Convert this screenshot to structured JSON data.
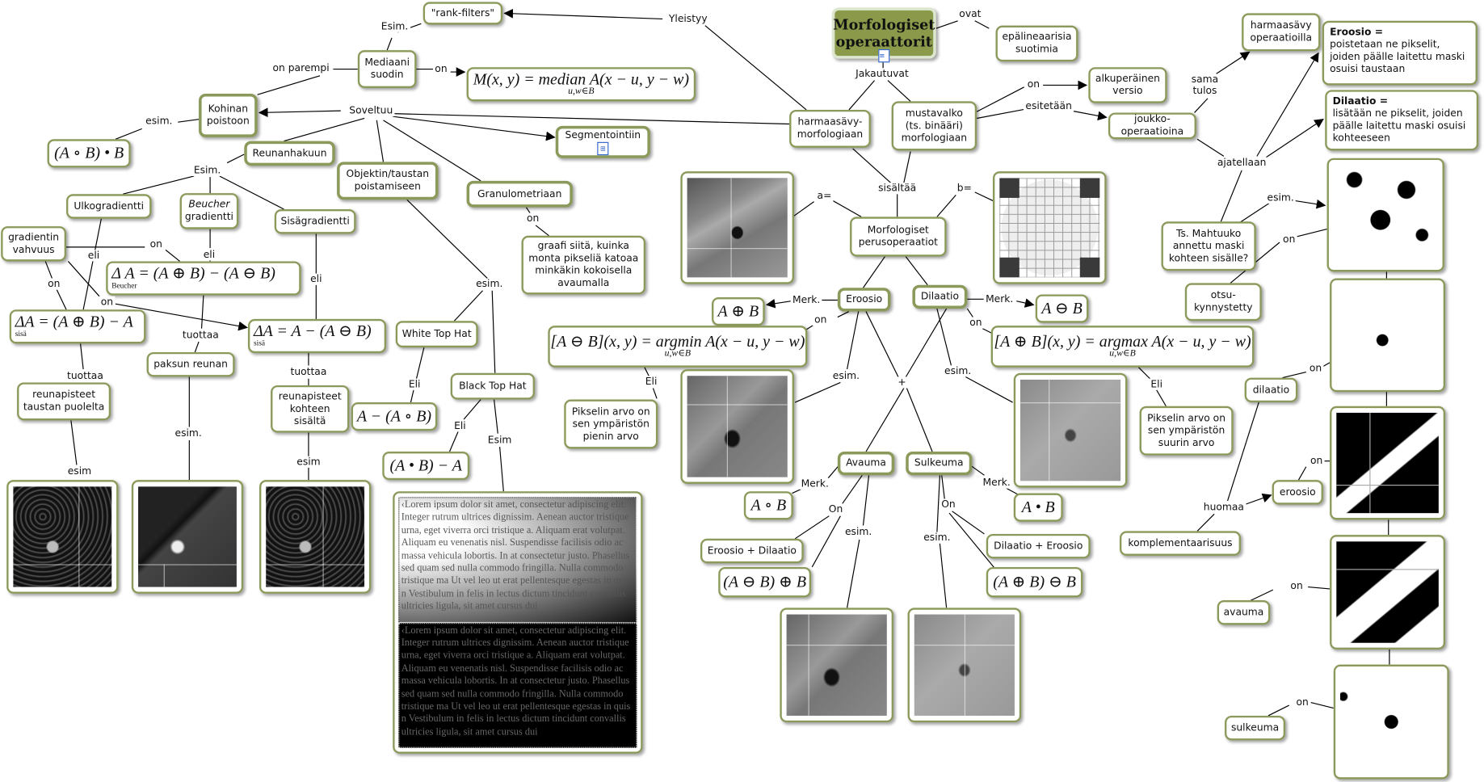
{
  "nodes": {
    "rank_filters": "\"rank-filters\"",
    "mediaani": "Mediaani\nsuodin",
    "median_formula": {
      "main": "M(x, y) = median A(x − u, y − w)",
      "sub": "u,w∈B"
    },
    "kohinan": "Kohinan\npoistoon",
    "close_open": "(A ∘ B) • B",
    "reunanhakuun": "Reunanhakuun",
    "segmentointiin": "Segmentointiin",
    "objektin": "Objektin/taustan\npoistamiseen",
    "granulometriaan": "Granulometriaan",
    "graafi": "graafi siitä, kuinka\nmonta pikseliä katoaa\nminkäkin kokoisella\navaumalla",
    "ulkogradientti": "Ulkogradientti",
    "beucher_1": "Beucher",
    "beucher_2": "gradientti",
    "sisagradientti": "Sisägradientti",
    "gradientin": "gradientin\nvahvuus",
    "beucher_formula": {
      "main": "Δ  A = (A ⊕ B) − (A ⊖ B)",
      "sub": "Beucher"
    },
    "ulko_formula": {
      "main": "ΔA = (A ⊕ B) − A",
      "sub": "sisä"
    },
    "sisa_formula": {
      "main": "ΔA = A − (A ⊖ B)",
      "sub": "sisä"
    },
    "paksun": "paksun reunan",
    "reuna_taustan": "reunapisteet\ntaustan puolelta",
    "reuna_kohteen": "reunapisteet\nkohteen\nsisältä",
    "white_top_hat": "White Top Hat",
    "black_top_hat": "Black Top Hat",
    "wth_formula": "A − (A ∘ B)",
    "bth_formula": "(A • B) − A",
    "root_1": "Morfologiset",
    "root_2": "operaattorit",
    "epalineaarisia": "epälineaarisia\nsuotimia",
    "harmaasavy_morf": "harmaasävy-\nmorfologiaan",
    "mustavalko": "mustavalko\n(ts. binääri)\nmorfologiaan",
    "alkuperainen": "alkuperäinen\nversio",
    "joukko": "joukko-operaatioina",
    "harmaasavy_op": "harmaasävy\noperaatioilla",
    "eroosio_def_title": "Eroosio =",
    "eroosio_def": "poistetaan ne pikselit, joiden päälle laitettu maski osuisi taustaan",
    "dilaatio_def_title": "Dilaatio =",
    "dilaatio_def": "lisätään ne pikselit, joiden päälle laitettu maski osuisi kohteeseen",
    "perusoperaatiot": "Morfologiset\nperusoperaatiot",
    "eroosio": "Eroosio",
    "dilaatio": "Dilaatio",
    "eroosio_merk": "A ⊕ B",
    "dilaatio_merk": "A ⊖ B",
    "argmin_formula": {
      "main": "[A ⊖ B](x, y) = argmin A(x − u, y − w)",
      "sub": "u,w∈B"
    },
    "argmax_formula": {
      "main": "[A ⊕ B](x, y) = argmax A(x − u, y − w)",
      "sub": "u,w∈B"
    },
    "pienin": "Pikselin arvo on\nsen ympäristön\npienin arvo",
    "suurin": "Pikselin arvo on\nsen ympäristön\nsuurin arvo",
    "avauma": "Avauma",
    "sulkeuma": "Sulkeuma",
    "avauma_merk": "A ∘ B",
    "sulkeuma_merk": "A • B",
    "eroosio_dilaatio": "Eroosio + Dilaatio",
    "dilaatio_eroosio": "Dilaatio + Eroosio",
    "avauma_formula": "(A ⊖ B) ⊕ B",
    "sulkeuma_formula": "(A ⊕ B) ⊖ B",
    "mahtuuko": "Ts. Mahtuuko\nannettu maski\nkohteen sisälle?",
    "otsu": "otsu-\nkynnystetty",
    "dilaatio_r": "dilaatio",
    "eroosio_r": "eroosio",
    "komplementaarisuus": "komplementaarisuus",
    "avauma_r": "avauma",
    "sulkeuma_r": "sulkeuma"
  },
  "lorem": "‹Lorem ipsum dolor sit amet, consectetur adipiscing elit. Integer rutrum ultrices dignissim. Aenean auctor tristique urna, eget viverra orci tristique a. Aliquam erat volutpat. Aliquam eu venenatis nisl. Suspendisse facilisis odio ac massa vehicula lobortis. In at consectetur justo. Phasellus sed quam sed nulla commodo fringilla. Nulla commodo tristique ma Ut vel leo ut erat pellentesque egestas in quis n Vestibulum in felis in lectus dictum tincidunt convallis ultricies ligula, sit amet cursus dui",
  "edge_labels": [
    "Esim.",
    "Yleistyy",
    "on parempi",
    "on",
    "Soveltuu",
    "esim.",
    "Esim.",
    "on",
    "on",
    "eli",
    "eli",
    "eli",
    "on",
    "on",
    "tuottaa",
    "tuottaa",
    "tuottaa",
    "esim.",
    "esim",
    "esim",
    "esim.",
    "Eli",
    "Eli",
    "Esim",
    "ovat",
    "Jakautuvat",
    "on",
    "esitetään",
    "sama\ntulos",
    "sisältää",
    "a=",
    "b=",
    "Merk.",
    "Merk.",
    "on",
    "on",
    "Eli",
    "Eli",
    "esim.",
    "+",
    "esim.",
    "Merk.",
    "Merk.",
    "On",
    "On",
    "esim.",
    "esim.",
    "ajatellaan",
    "esim.",
    "on",
    "on",
    "on",
    "huomaa",
    "on",
    "on"
  ],
  "colors": {
    "node_border": "#8b9a5a",
    "root_fill": "#8a9a4a"
  }
}
